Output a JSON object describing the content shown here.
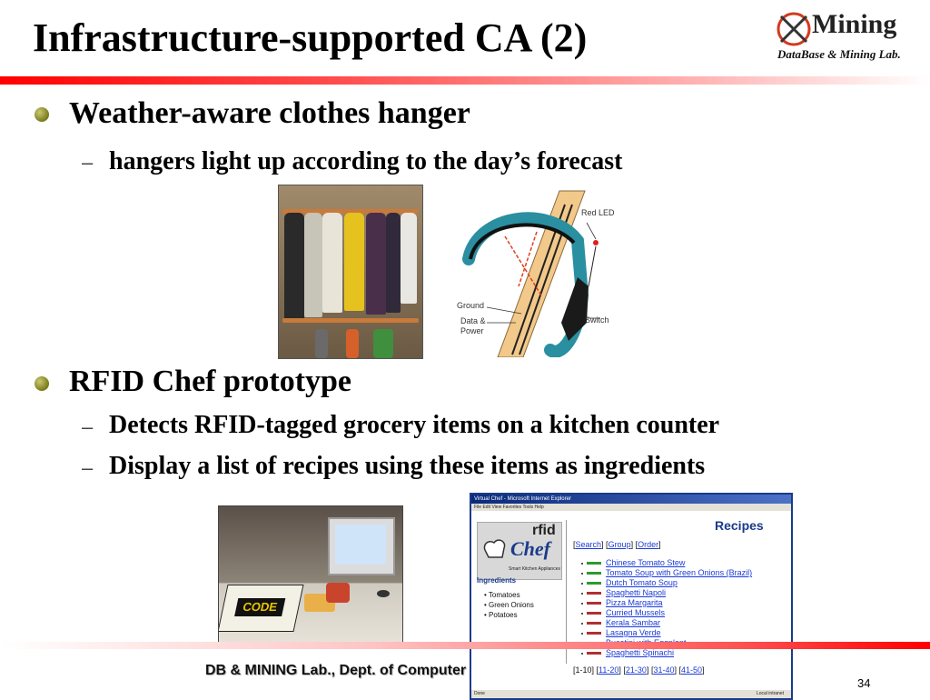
{
  "slide": {
    "title": "Infrastructure-supported CA (2)",
    "logo": {
      "main": "Mining",
      "sub": "DataBase & Mining Lab."
    },
    "bullets": [
      {
        "text": "Weather-aware clothes hanger",
        "subs": [
          "hangers light up according to the day’s forecast"
        ]
      },
      {
        "text": "RFID Chef prototype",
        "subs": [
          "Detects RFID-tagged grocery items on a kitchen counter",
          "Display a list of recipes using these items as ingredients"
        ]
      }
    ],
    "diagram_labels": {
      "red_led": "Red LED",
      "ground": "Ground",
      "data_power_1": "Data &",
      "data_power_2": "Power",
      "switch": "Switch"
    },
    "kitchen_sign": "CODE",
    "footer": "DB & MINING Lab., Dept. of Computer Science",
    "page_number": "34"
  },
  "browser": {
    "title_bar": "Virtual Chef - Microsoft Internet Explorer",
    "menu": "File  Edit  View  Favorites  Tools  Help",
    "logo_rfid": "rfid",
    "logo_chef": "Chef",
    "logo_tagline": "Smart Kitchen Appliances",
    "ingredients_title": "Ingredients",
    "ingredients": [
      "Tomatoes",
      "Green Onions",
      "Potatoes"
    ],
    "recipes_title": "Recipes",
    "nav": {
      "search": "Search",
      "group": "Group",
      "order": "Order"
    },
    "recipes": [
      {
        "name": "Chinese Tomato Stew",
        "color": "#2e9a2e"
      },
      {
        "name": "Tomato Soup with Green Onions (Brazil)",
        "color": "#2e9a2e"
      },
      {
        "name": "Dutch Tomato Soup",
        "color": "#2e9a2e"
      },
      {
        "name": "Spaghetti Napoli",
        "color": "#b03030"
      },
      {
        "name": "Pizza Margarita",
        "color": "#b03030"
      },
      {
        "name": "Curried Mussels",
        "color": "#b03030"
      },
      {
        "name": "Kerala Sambar",
        "color": "#b03030"
      },
      {
        "name": "Lasagna Verde",
        "color": "#b03030"
      },
      {
        "name": "Bucatini with Eggplant",
        "color": "#b03030"
      },
      {
        "name": "Spaghetti Spinachi",
        "color": "#b03030"
      }
    ],
    "pager": {
      "current": "[1-10]",
      "pages": [
        "11-20",
        "21-30",
        "31-40",
        "41-50"
      ]
    },
    "status_left": "Done",
    "status_right": "Local intranet"
  }
}
